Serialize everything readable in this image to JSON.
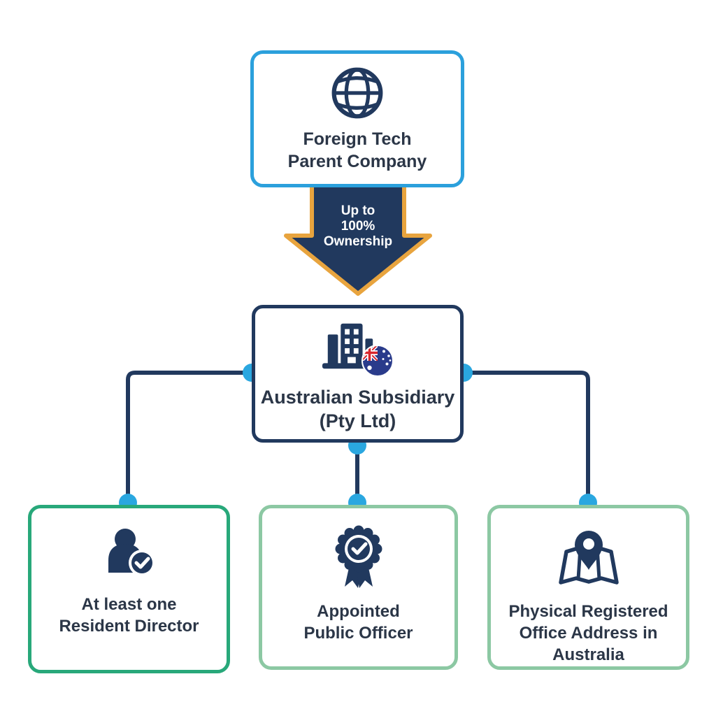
{
  "colors": {
    "parent_border": "#2ba0dc",
    "navy": "#21395e",
    "arrow_orange": "#e8a43e",
    "arrow_text": "#ffffff",
    "dot": "#2aa7e0",
    "green_dark": "#28a87a",
    "green_light": "#8cc8a3",
    "text": "#2b3647",
    "flag_blue": "#2a3b8b",
    "flag_red": "#d8272e"
  },
  "nodes": {
    "parent": {
      "icon": "globe-icon",
      "lines": [
        "Foreign Tech",
        "Parent Company"
      ]
    },
    "ownership_arrow": {
      "icon": "down-arrow-icon",
      "lines": [
        "Up to",
        "100%",
        "Ownership"
      ]
    },
    "subsidiary": {
      "icon": "building-icon",
      "flag_icon": "australia-flag-icon",
      "lines": [
        "Australian Subsidiary",
        "(Pty Ltd)"
      ]
    },
    "requirements": [
      {
        "icon": "person-check-icon",
        "lines": [
          "At least one",
          "Resident Director"
        ]
      },
      {
        "icon": "badge-check-icon",
        "lines": [
          "Appointed",
          "Public Officer"
        ]
      },
      {
        "icon": "map-pin-icon",
        "lines": [
          "Physical Registered",
          "Office Address in",
          "Australia"
        ]
      }
    ]
  }
}
